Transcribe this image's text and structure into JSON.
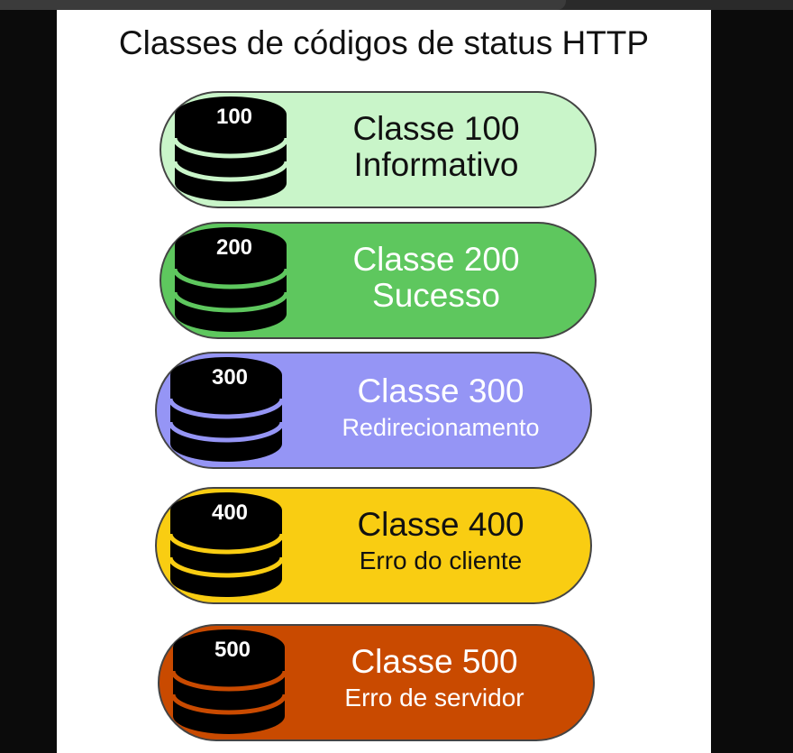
{
  "title": "Classes de códigos de status HTTP",
  "classes": [
    {
      "code": "100",
      "label": "Classe 100",
      "sublabel": "Informativo",
      "fill": "#c9f5c9",
      "stripe": "#c9f5c9",
      "text_color": "#111111"
    },
    {
      "code": "200",
      "label": "Classe 200",
      "sublabel": "Sucesso",
      "fill": "#5ec75e",
      "stripe": "#5ec75e",
      "text_color": "#ffffff"
    },
    {
      "code": "300",
      "label": "Classe 300",
      "sublabel": "Redirecionamento",
      "fill": "#9595f5",
      "stripe": "#9595f5",
      "text_color": "#ffffff"
    },
    {
      "code": "400",
      "label": "Classe 400",
      "sublabel": "Erro do cliente",
      "fill": "#f9cd12",
      "stripe": "#f9cd12",
      "text_color": "#111111"
    },
    {
      "code": "500",
      "label": "Classe 500",
      "sublabel": "Erro de servidor",
      "fill": "#c94a00",
      "stripe": "#c94a00",
      "text_color": "#ffffff"
    }
  ]
}
